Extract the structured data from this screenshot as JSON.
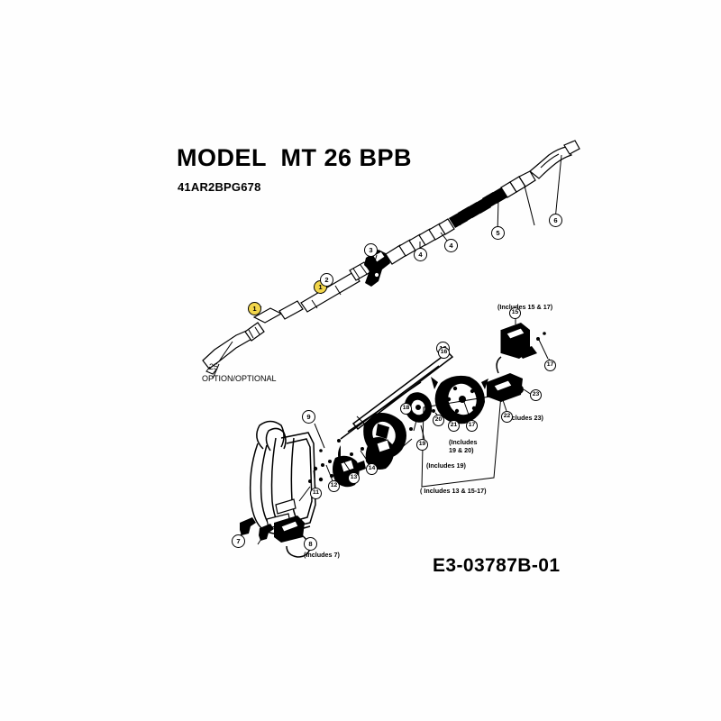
{
  "sheet": {
    "title": "MODEL  MT 26 BPB",
    "model_number": "41AR2BPG678",
    "drawing_number": "E3-03787B-01",
    "background_color": "#ffffff",
    "line_color": "#000000",
    "highlight_color": "#f2d64b"
  },
  "notes": [
    {
      "id": "option-note-number",
      "text": "25"
    },
    {
      "id": "option-note-text",
      "text": "OPTION/OPTIONAL"
    },
    {
      "id": "includes-15-17",
      "text": "(Includes 15 & 17)"
    },
    {
      "id": "includes-23",
      "text": "(Includes 23)"
    },
    {
      "id": "includes-19-20-line1",
      "text": "(Includes"
    },
    {
      "id": "includes-19-20-line2",
      "text": "19 & 20)"
    },
    {
      "id": "includes-19",
      "text": "(Includes 19)"
    },
    {
      "id": "includes-13-15-17",
      "text": "( Includes 13 & 15-17)"
    },
    {
      "id": "includes-7",
      "text": "(Includes 7)"
    }
  ],
  "callouts": [
    {
      "id": "c1a",
      "label": "1",
      "highlight": true
    },
    {
      "id": "c1b",
      "label": "1",
      "highlight": true
    },
    {
      "id": "c2",
      "label": "2",
      "highlight": false
    },
    {
      "id": "c3",
      "label": "3",
      "highlight": false
    },
    {
      "id": "c4a",
      "label": "4",
      "highlight": false
    },
    {
      "id": "c4b",
      "label": "4",
      "highlight": false
    },
    {
      "id": "c5",
      "label": "5",
      "highlight": false
    },
    {
      "id": "c6",
      "label": "6",
      "highlight": false
    },
    {
      "id": "c7",
      "label": "7",
      "highlight": false
    },
    {
      "id": "c8",
      "label": "8",
      "highlight": false
    },
    {
      "id": "c9",
      "label": "9",
      "highlight": false
    },
    {
      "id": "c10",
      "label": "10",
      "highlight": false
    },
    {
      "id": "c11",
      "label": "11",
      "highlight": false
    },
    {
      "id": "c12",
      "label": "12",
      "highlight": false
    },
    {
      "id": "c13",
      "label": "13",
      "highlight": false
    },
    {
      "id": "c14",
      "label": "14",
      "highlight": false
    },
    {
      "id": "c15",
      "label": "15",
      "highlight": false
    },
    {
      "id": "c16",
      "label": "16",
      "highlight": false
    },
    {
      "id": "c17a",
      "label": "17",
      "highlight": false
    },
    {
      "id": "c17b",
      "label": "17",
      "highlight": false
    },
    {
      "id": "c18",
      "label": "18",
      "highlight": false
    },
    {
      "id": "c19",
      "label": "19",
      "highlight": false
    },
    {
      "id": "c20",
      "label": "20",
      "highlight": false
    },
    {
      "id": "c21",
      "label": "21",
      "highlight": false
    },
    {
      "id": "c22",
      "label": "22",
      "highlight": false
    },
    {
      "id": "c23",
      "label": "23",
      "highlight": false
    }
  ]
}
